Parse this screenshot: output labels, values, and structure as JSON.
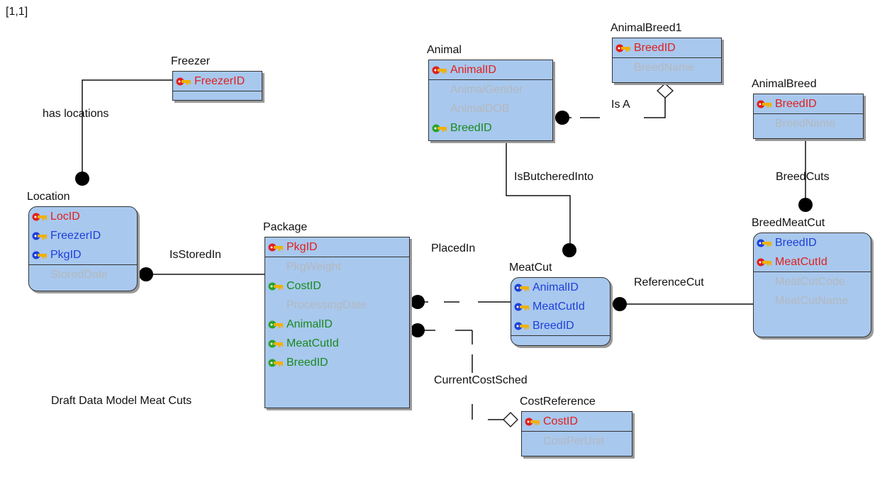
{
  "page": {
    "coord": "[1,1]",
    "caption": "Draft Data Model  Meat Cuts"
  },
  "colors": {
    "entity_fill": "#a8c8ee",
    "pk_text": "#e0201c",
    "fk_blue_text": "#1e3fd8",
    "fk_green_text": "#178a1e",
    "attr_text": "#b4b8be"
  },
  "entities": {
    "freezer": {
      "title": "Freezer",
      "pk": [
        {
          "name": "FreezerID",
          "color": "red",
          "key": "red-key-icon"
        }
      ],
      "attrs": []
    },
    "location": {
      "title": "Location",
      "pk": [
        {
          "name": "LocID",
          "color": "red",
          "key": "red-key-icon"
        },
        {
          "name": "FreezerID",
          "color": "blue",
          "key": "blue-key-icon"
        },
        {
          "name": "PkgID",
          "color": "blue",
          "key": "blue-key-icon"
        }
      ],
      "attrs": [
        "StoredDate"
      ]
    },
    "package": {
      "title": "Package",
      "pk": [
        {
          "name": "PkgID",
          "color": "red",
          "key": "red-key-icon"
        }
      ],
      "attrs": [
        {
          "name": "PkgWeight",
          "color": "gray"
        },
        {
          "name": "CostID",
          "color": "green",
          "key": "green-key-icon"
        },
        {
          "name": "ProcessingDate",
          "color": "gray"
        },
        {
          "name": "AnimalID",
          "color": "green",
          "key": "green-key-icon"
        },
        {
          "name": "MeatCutId",
          "color": "green",
          "key": "green-key-icon"
        },
        {
          "name": "BreedID",
          "color": "green",
          "key": "green-key-icon"
        }
      ]
    },
    "animal": {
      "title": "Animal",
      "pk": [
        {
          "name": "AnimalID",
          "color": "red",
          "key": "red-key-icon"
        }
      ],
      "attrs": [
        {
          "name": "AnimalGender",
          "color": "gray"
        },
        {
          "name": "AnimalDOB",
          "color": "gray"
        },
        {
          "name": "BreedID",
          "color": "green",
          "key": "green-key-icon"
        }
      ]
    },
    "animal_breed1": {
      "title": "AnimalBreed1",
      "pk": [
        {
          "name": "BreedID",
          "color": "red",
          "key": "red-key-icon"
        }
      ],
      "attrs": [
        "BreedName"
      ]
    },
    "animal_breed": {
      "title": "AnimalBreed",
      "pk": [
        {
          "name": "BreedID",
          "color": "red",
          "key": "red-key-icon"
        }
      ],
      "attrs": [
        "BreedName"
      ]
    },
    "breed_meat_cut": {
      "title": "BreedMeatCut",
      "pk": [
        {
          "name": "BreedID",
          "color": "blue",
          "key": "blue-key-icon"
        },
        {
          "name": "MeatCutId",
          "color": "red",
          "key": "red-key-icon"
        }
      ],
      "attrs": [
        "MeatCutCode",
        "MeatCutName"
      ]
    },
    "meat_cut": {
      "title": "MeatCut",
      "pk": [
        {
          "name": "AnimalID",
          "color": "blue",
          "key": "blue-key-icon"
        },
        {
          "name": "MeatCutId",
          "color": "blue",
          "key": "blue-key-icon"
        },
        {
          "name": "BreedID",
          "color": "blue",
          "key": "blue-key-icon"
        }
      ],
      "attrs": []
    },
    "cost_reference": {
      "title": "CostReference",
      "pk": [
        {
          "name": "CostID",
          "color": "red",
          "key": "red-key-icon"
        }
      ],
      "attrs": [
        "CostPerUnit"
      ]
    }
  },
  "relationships": {
    "has_locations": "has locations",
    "is_stored_in": "IsStoredIn",
    "placed_in": "PlacedIn",
    "is_butchered_into": "IsButcheredInto",
    "is_a": "Is A",
    "breed_cuts": "BreedCuts",
    "reference_cut": "ReferenceCut",
    "current_cost_sched": "CurrentCostSched"
  }
}
